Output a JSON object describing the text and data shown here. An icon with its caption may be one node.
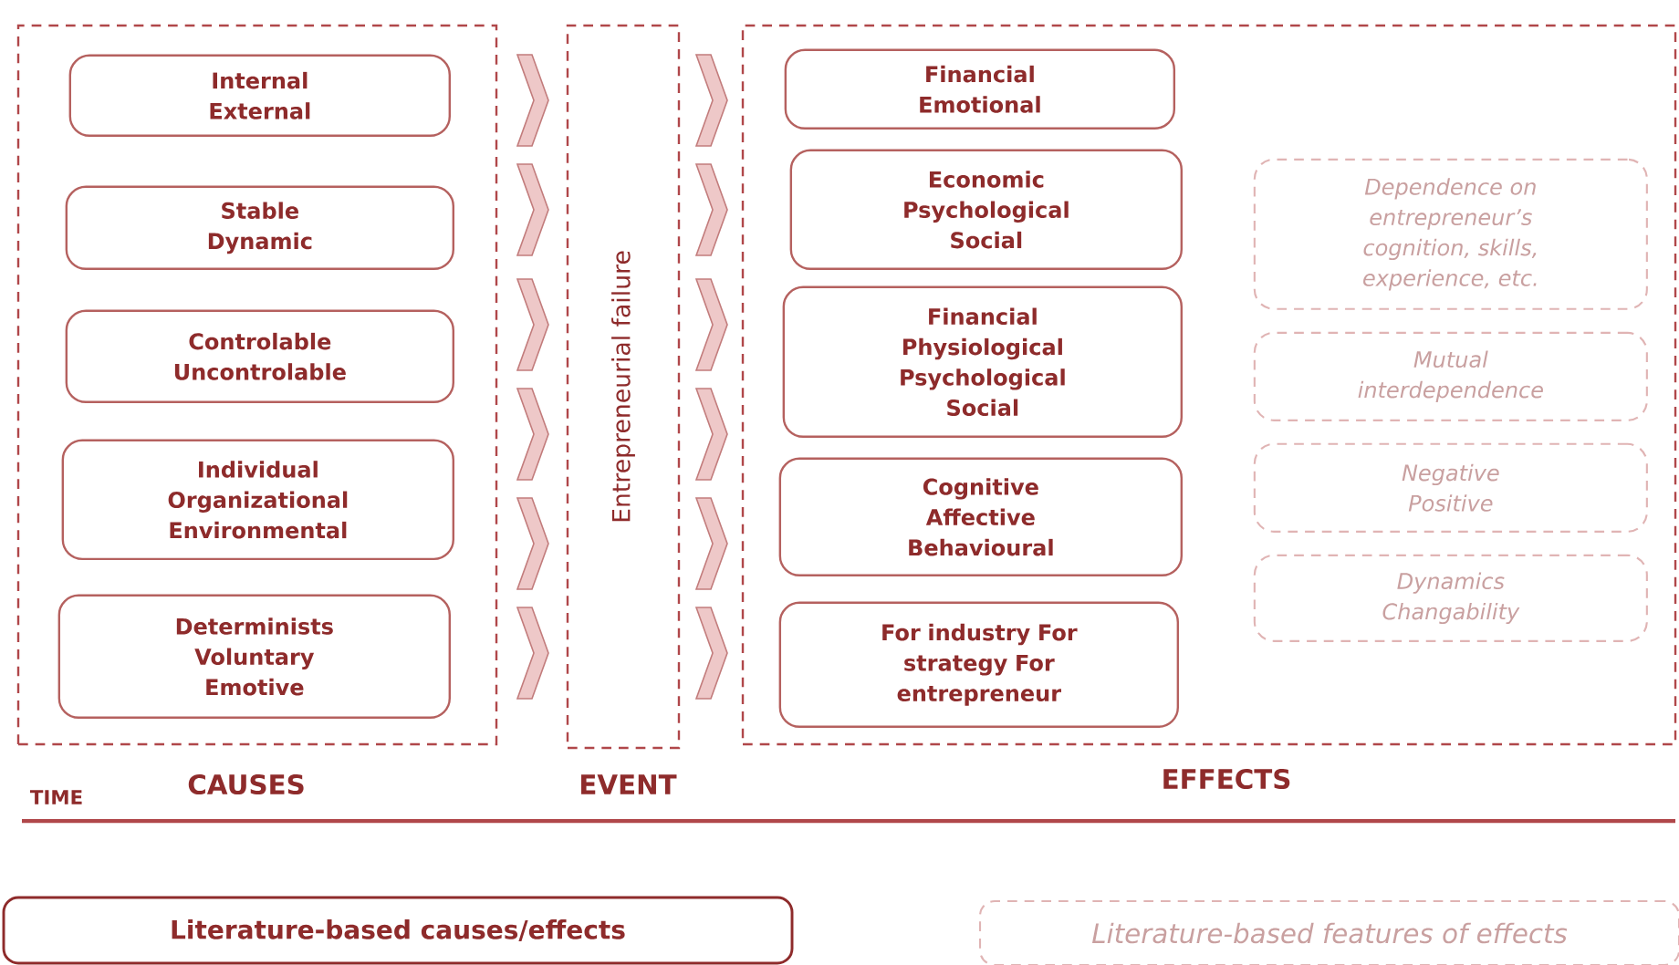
{
  "diagram": {
    "nodes": [
      {
        "text": [
          "CAUSES"
        ]
      },
      {
        "text": [
          "Entrepreneurial failure",
          "EVENT"
        ]
      },
      {
        "text": [
          "EFFECTS"
        ]
      },
      {
        "text": [
          "Internal External"
        ],
        "in": 0
      },
      {
        "text": [
          "Stable Dynamic"
        ],
        "in": 0
      },
      {
        "text": [
          "Controlable Uncontrolable"
        ],
        "in": 0
      },
      {
        "text": [
          "Individual Organizational Environmental"
        ],
        "in": 0
      },
      {
        "text": [
          "Determinists Voluntary Emotive"
        ],
        "in": 0
      },
      {
        "text": [
          "Financial Emotional"
        ],
        "in": 2
      },
      {
        "text": [
          "Economic Psychological Social"
        ],
        "in": 2
      },
      {
        "text": [
          "Financial Physiological Psychological Social"
        ],
        "in": 2
      },
      {
        "text": [
          "Cognitive Affective Behavioural"
        ],
        "in": 2
      },
      {
        "text": [
          "For industry For strategy For entrepreneur"
        ],
        "in": 2
      },
      {
        "text": [
          "Dependence on entrepreneur’s cognition, skills, experience, etc."
        ],
        "in": 2
      },
      {
        "text": [
          "Mutual interdependence"
        ],
        "in": 2
      },
      {
        "text": [
          "Negative Positive"
        ],
        "in": 2
      },
      {
        "text": [
          "Dynamics Changability"
        ],
        "in": 2
      },
      {
        "text": [
          "Literature-based causes/effects"
        ]
      },
      {
        "text": [
          "Literature-based features of effects"
        ]
      }
    ],
    "edges": [
      {
        "from": 0,
        "to": 1,
        "arrow": "to"
      },
      {
        "from": 1,
        "to": 2,
        "arrow": "to"
      }
    ],
    "labels": [
      "TIME"
    ]
  }
}
